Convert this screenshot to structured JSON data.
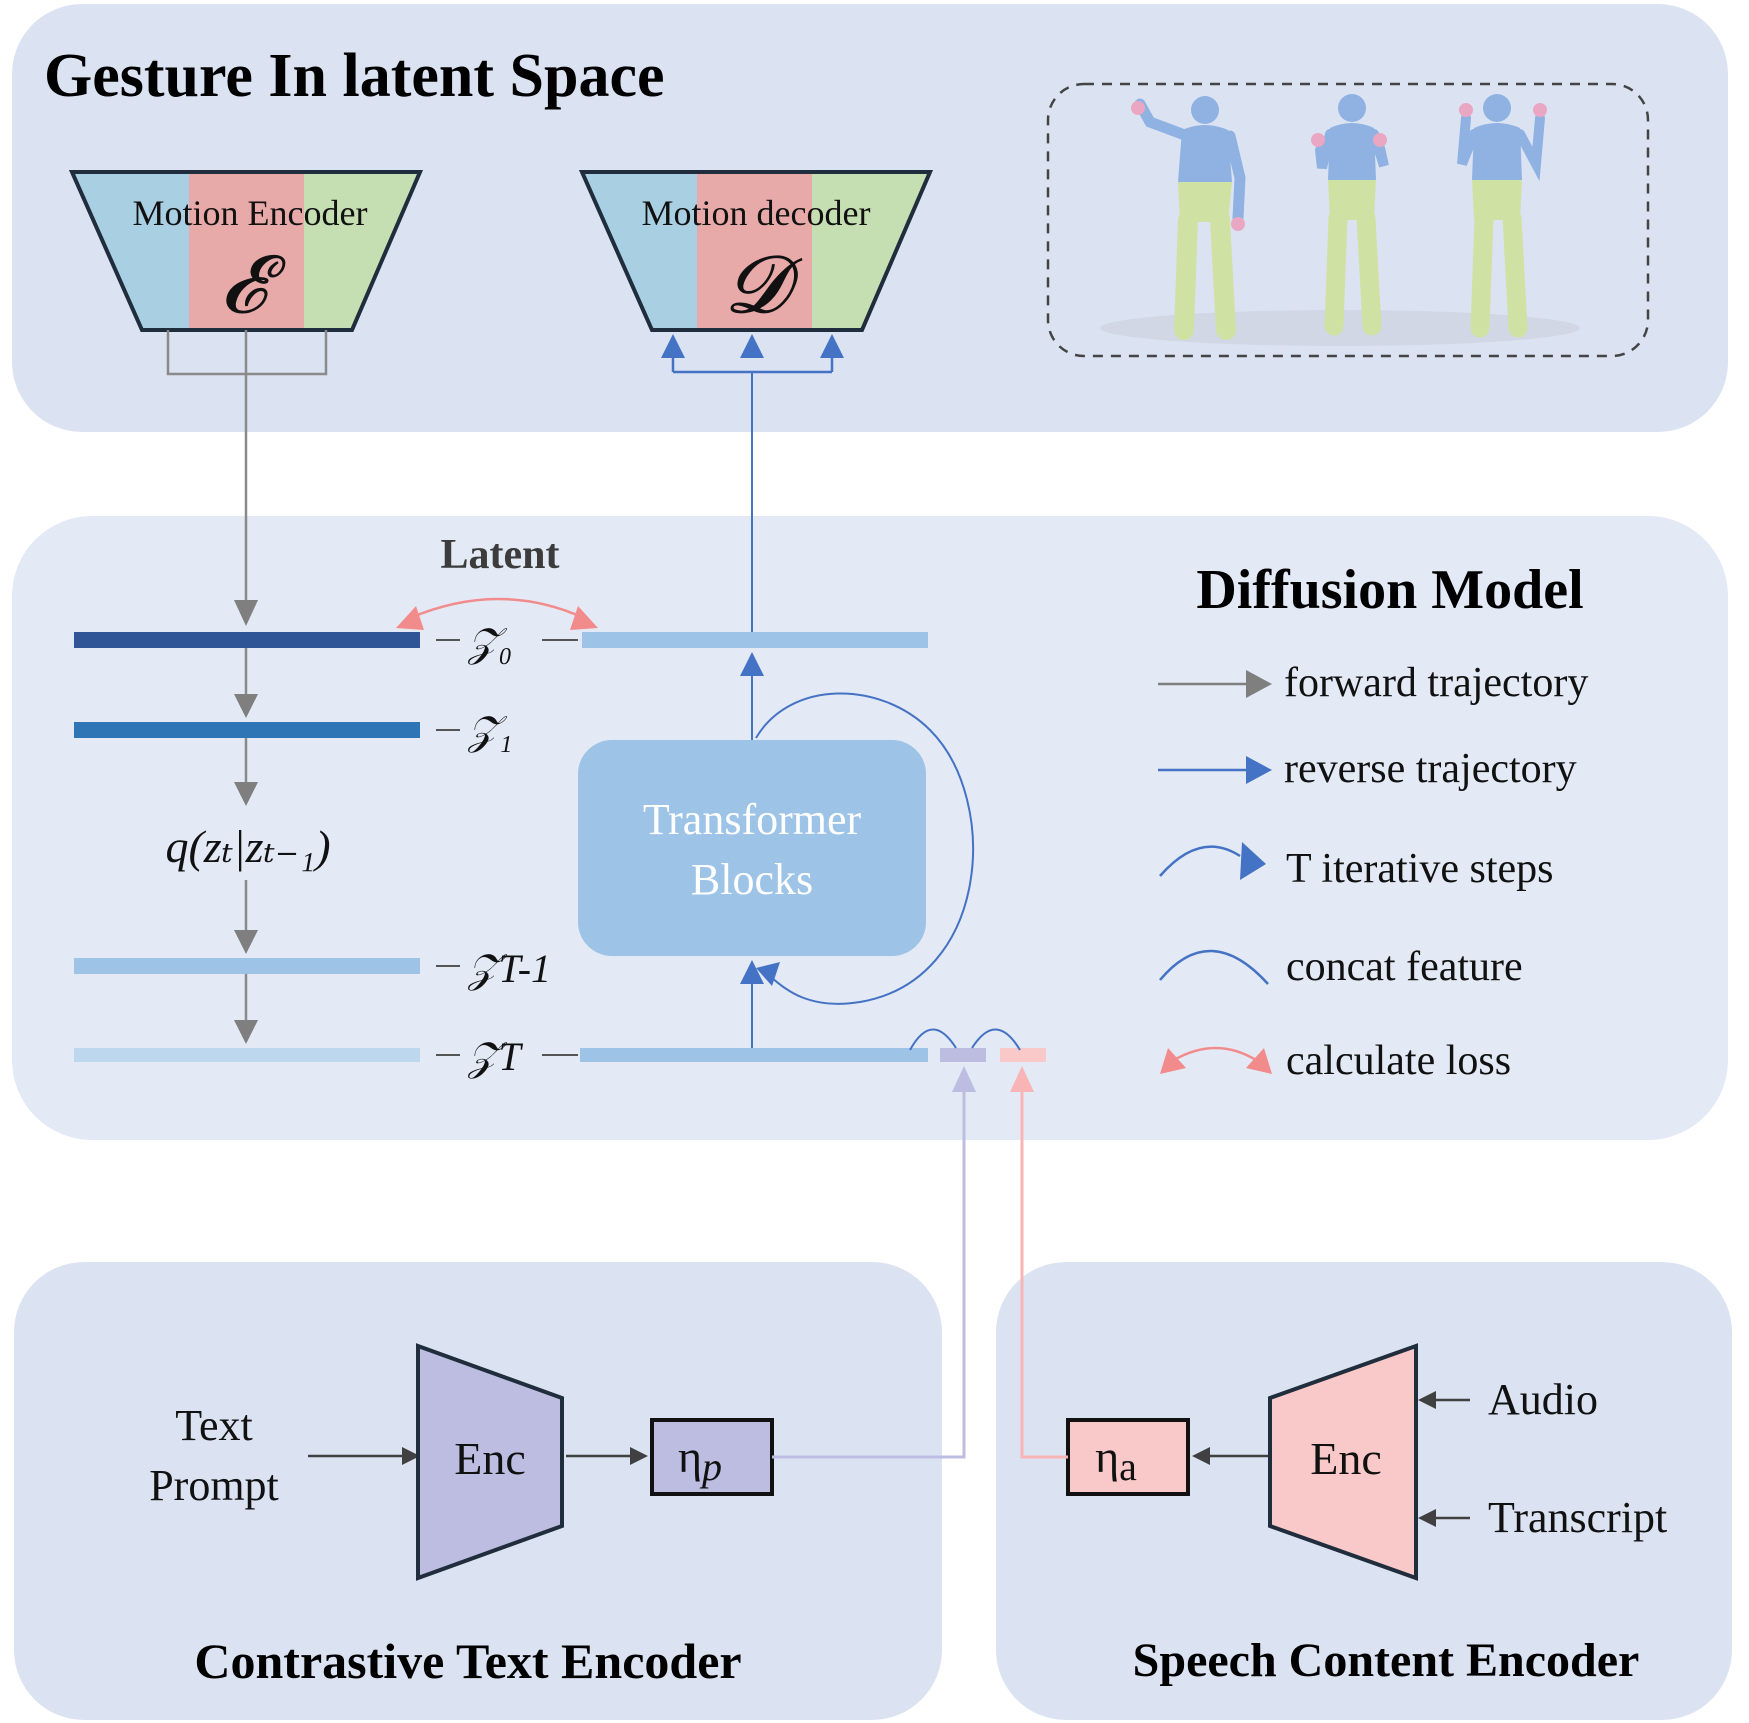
{
  "gesture_panel": {
    "title": "Gesture In latent Space",
    "encoder_label": "Motion Encoder",
    "encoder_symbol": "𝓔",
    "decoder_label": "Motion decoder",
    "decoder_symbol": "𝓓",
    "preview_caption": ""
  },
  "diffusion_panel": {
    "title": "Diffusion Model",
    "latent_label": "Latent",
    "z_labels": {
      "z0": "𝒵₀",
      "z1": "𝒵₁",
      "zT1": "𝒵T-1",
      "zT": "𝒵T"
    },
    "q_label": "q(zₜ|zₜ₋₁)",
    "transformer_line1": "Transformer",
    "transformer_line2": "Blocks",
    "legend": [
      {
        "label": "forward trajectory",
        "icon": "gray-arrow"
      },
      {
        "label": "reverse trajectory",
        "icon": "blue-arrow"
      },
      {
        "label": "T iterative steps",
        "icon": "blue-loop-arrow"
      },
      {
        "label": "concat feature",
        "icon": "blue-arc"
      },
      {
        "label": "calculate loss",
        "icon": "red-double-arrow"
      }
    ]
  },
  "text_encoder_panel": {
    "title": "Contrastive Text Encoder",
    "input_line1": "Text",
    "input_line2": "Prompt",
    "enc_label": "Enc",
    "eta_symbol": "η",
    "eta_sub": "p"
  },
  "speech_encoder_panel": {
    "title": "Speech Content Encoder",
    "enc_label": "Enc",
    "eta_symbol": "η",
    "eta_sub": "a",
    "input_audio": "Audio",
    "input_transcript": "Transcript"
  },
  "colors": {
    "panel": "#dbe3f2",
    "encoder_blue": "#a9cfe3",
    "encoder_red": "#e8a9a9",
    "encoder_green": "#c6dfb2",
    "forward_gray": "#808080",
    "reverse_blue": "#4472c4",
    "loss_red": "#f08080",
    "text_enc": "#bcbde0",
    "speech_enc": "#f9c9c9"
  }
}
